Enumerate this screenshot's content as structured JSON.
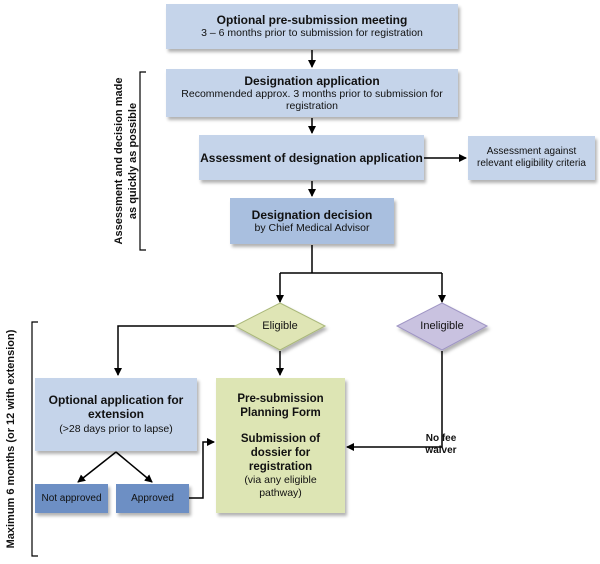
{
  "nodes": {
    "pre_meeting": {
      "title": "Optional pre-submission meeting",
      "sub": "3 – 6 months prior to submission for registration"
    },
    "designation_app": {
      "title": "Designation application",
      "sub": "Recommended approx. 3 months prior to submission for registration"
    },
    "assessment": {
      "title": "Assessment of designation application"
    },
    "criteria": {
      "text": "Assessment against relevant eligibility criteria"
    },
    "decision": {
      "title": "Designation decision",
      "sub": "by Chief Medical Advisor"
    },
    "eligible": {
      "text": "Eligible"
    },
    "ineligible": {
      "text": "Ineligible"
    },
    "extension": {
      "title": "Optional application for extension",
      "sub": "(>28 days prior to lapse)"
    },
    "not_approved": {
      "text": "Not approved"
    },
    "approved": {
      "text": "Approved"
    },
    "submission": {
      "title1": "Pre-submission Planning Form",
      "title2": "Submission of dossier for registration",
      "sub": "(via any eligible pathway)"
    }
  },
  "labels": {
    "no_fee_waiver": "No fee waiver",
    "bracket_top": "Assessment and decision made as quickly as possible",
    "bracket_bottom": "Maximum 6 months (or 12 with extension)"
  }
}
